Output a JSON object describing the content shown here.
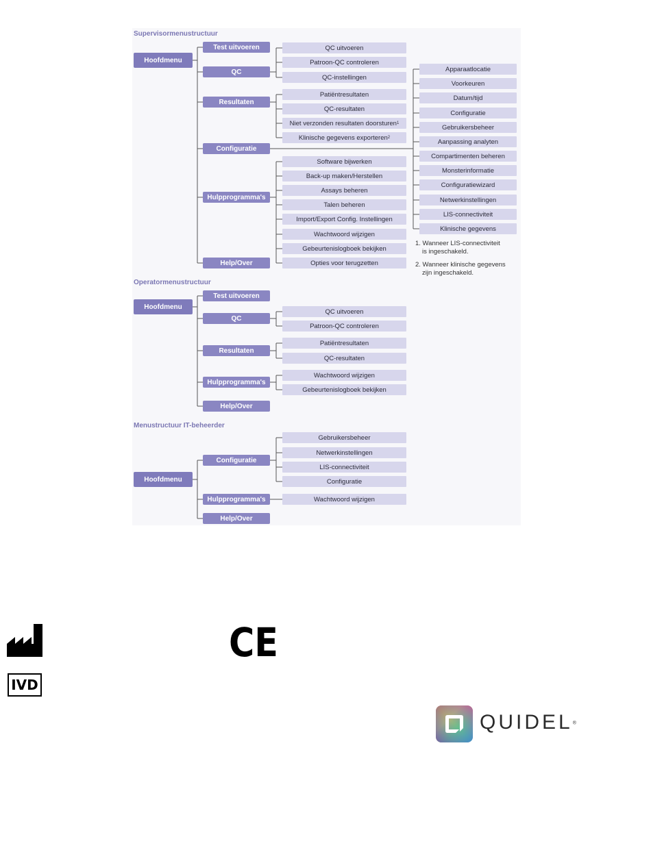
{
  "supervisor": {
    "title": "Supervisormenustructuur",
    "root": "Hoofdmenu",
    "branches": [
      "Test uitvoeren",
      "QC",
      "Resultaten",
      "Configuratie",
      "Hulpprogramma's",
      "Help/Over"
    ],
    "qc_items": [
      "QC uitvoeren",
      "Patroon-QC controleren",
      "QC-instellingen"
    ],
    "results_items": [
      "Patiëntresultaten",
      "QC-resultaten",
      "Niet verzonden resultaten doorsturen",
      "Klinische gegevens exporteren"
    ],
    "results_footnote_marks": [
      "1",
      "2"
    ],
    "utilities_items": [
      "Software bijwerken",
      "Back-up maken/Herstellen",
      "Assays beheren",
      "Talen beheren",
      "Import/Export Config. Instellingen",
      "Wachtwoord wijzigen",
      "Gebeurtenislogboek bekijken",
      "Opties voor terugzetten"
    ],
    "config_items": [
      "Apparaatlocatie",
      "Voorkeuren",
      "Datum/tijd",
      "Configuratie",
      "Gebruikersbeheer",
      "Aanpassing analyten",
      "Compartimenten beheren",
      "Monsterinformatie",
      "Configuratiewizard",
      "Netwerkinstellingen",
      "LIS-connectiviteit",
      "Klinische gegevens"
    ],
    "footnotes": [
      {
        "line1": "1. Wanneer LIS-connectiviteit",
        "line2": "is ingeschakeld."
      },
      {
        "line1": "2. Wanneer klinische gegevens",
        "line2": "zijn ingeschakeld."
      }
    ]
  },
  "operator": {
    "title": "Operatormenustructuur",
    "root": "Hoofdmenu",
    "branches": [
      "Test uitvoeren",
      "QC",
      "Resultaten",
      "Hulpprogramma's",
      "Help/Over"
    ],
    "qc_items": [
      "QC uitvoeren",
      "Patroon-QC controleren"
    ],
    "results_items": [
      "Patiëntresultaten",
      "QC-resultaten"
    ],
    "utilities_items": [
      "Wachtwoord wijzigen",
      "Gebeurtenislogboek bekijken"
    ]
  },
  "it_admin": {
    "title": "Menustructuur IT-beheerder",
    "root": "Hoofdmenu",
    "branches": [
      "Configuratie",
      "Hulpprogramma's",
      "Help/Over"
    ],
    "config_items": [
      "Gebruikersbeheer",
      "Netwerkinstellingen",
      "LIS-connectiviteit",
      "Configuratie"
    ],
    "utilities_items": [
      "Wachtwoord wijzigen"
    ]
  },
  "symbols": {
    "manufacturer_icon": "manufacturer-icon",
    "ce_mark": "CE",
    "ivd_label": "IVD"
  },
  "brand": {
    "name": "QUIDEL",
    "registered": "®"
  },
  "colors": {
    "main_box": "#7f7bbb",
    "sub_box": "#8a86c2",
    "leaf_box": "#d7d6ec",
    "title_text": "#7b77b3",
    "connector": "#555555"
  }
}
